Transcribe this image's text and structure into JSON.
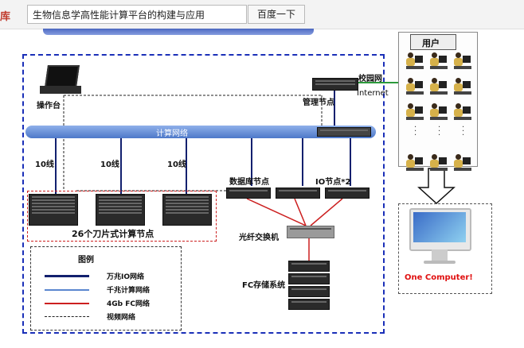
{
  "search_bar": {
    "brand": "库",
    "query": "生物信息学高性能计算平台的构建与应用",
    "button_label": "百度一下"
  },
  "diagram": {
    "users_title": "用户",
    "console_label": "操作台",
    "mgmt_node_label": "管理节点",
    "campus_net_label": "校园网",
    "internet_label": "Internet",
    "compute_net_label": "计算网络",
    "ten_lines": [
      "10线",
      "10线",
      "10线"
    ],
    "db_node_label": "数据库节点",
    "io_node_label": "IO节点*2",
    "blade_nodes_label": "26个刀片式计算节点",
    "fc_switch_label": "光纤交换机",
    "fc_storage_label": "FC存储系统",
    "one_computer_label": "One Computer!",
    "legend": {
      "title": "图例",
      "items": [
        "万兆IO网络",
        "千兆计算网络",
        "4Gb FC网络",
        "视频网络"
      ]
    },
    "colors": {
      "frame_blue": "#1a2fb8",
      "io_navy": "#12206e",
      "compute_blue": "#5a86cf",
      "fc_red": "#cc1f1f",
      "campus_green": "#2c9a3c",
      "one_computer_red": "#e01010"
    }
  }
}
